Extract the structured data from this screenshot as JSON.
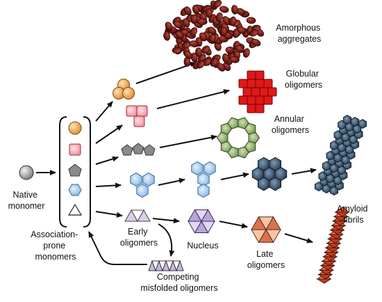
{
  "labels": {
    "amorphous_1": "Amorphous",
    "amorphous_2": "aggregates",
    "globular_1": "Globular",
    "globular_2": "oligomers",
    "annular_1": "Annular",
    "annular_2": "oligomers",
    "amyloid_1": "Amyloid",
    "amyloid_2": "fibrils",
    "native_1": "Native",
    "native_2": "monomer",
    "assoc_1": "Association-",
    "assoc_2": "prone",
    "assoc_3": "monomers",
    "early_1": "Early",
    "early_2": "oligomers",
    "nucleus": "Nucleus",
    "late_1": "Late",
    "late_2": "oligomers",
    "competing_1": "Competing",
    "competing_2": "misfolded oligomers"
  },
  "colors": {
    "amorphous": "#7a1a14",
    "globular": "#e01818",
    "orange_sphere": "#f2a040",
    "pink_square": "#f6b0b8",
    "annular": "#8fae6a",
    "gray_pentagon": "#8a8a8a",
    "blue_hexagon": "#a8cdf0",
    "fibril_hex": "#2e4a63",
    "purple_triangle": "#c8b8e0",
    "late_oligomer": "#e09070",
    "amyloid_fibril": "#e05030"
  }
}
